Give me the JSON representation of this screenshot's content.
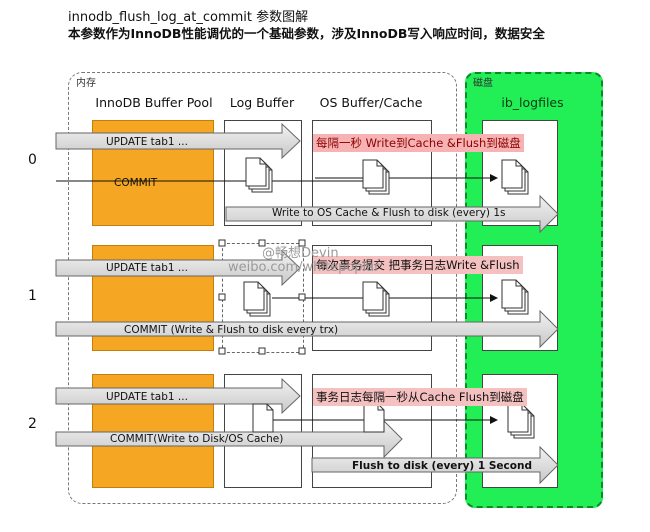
{
  "header": {
    "title": "innodb_flush_log_at_commit 参数图解",
    "subtitle": "本参数作为InnoDB性能调优的一个基础参数，涉及InnoDB写入响应时间，数据安全"
  },
  "regions": {
    "memory": "内存",
    "disk": "磁盘"
  },
  "columns": {
    "buffer_pool": "InnoDB Buffer Pool",
    "log_buffer": "Log Buffer",
    "os_buffer": "OS Buffer/Cache",
    "logfiles": "ib_logfiles"
  },
  "rows": [
    {
      "number": "0",
      "update": "UPDATE tab1 ...",
      "commit": "COMMIT",
      "note": "每隔一秒 Write到Cache &Flush到磁盘",
      "flush": "Write to OS Cache & Flush to disk (every) 1s"
    },
    {
      "number": "1",
      "update": "UPDATE tab1 ...",
      "commit": "COMMIT (Write & Flush to disk  every trx)",
      "note": "每次事务提交  把事务日志Write &Flush"
    },
    {
      "number": "2",
      "update": "UPDATE tab1 ...",
      "commit": "COMMIT(Write to Disk/OS Cache)",
      "note": "事务日志每隔一秒从Cache Flush到磁盘",
      "flush": "Flush to disk (every) 1 Second"
    }
  ],
  "watermark": {
    "name": "@畅想Devin",
    "url": "weibo.com/whitepoplar"
  }
}
